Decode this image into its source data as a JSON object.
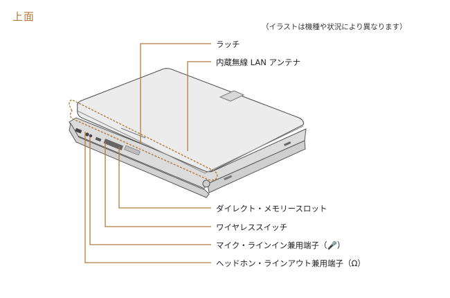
{
  "section_title": "上面",
  "note": "（イラストは機種や状況により異なります）",
  "labels": {
    "latch": "ラッチ",
    "wireless_lan_antenna": "内蔵無線 LAN アンテナ",
    "direct_memory_slot": "ダイレクト・メモリースロット",
    "wireless_switch": "ワイヤレススイッチ",
    "mic_line_in": "マイク・ラインイン兼用端子（🎤）",
    "headphone_line_out": "ヘッドホン・ラインアウト兼用端子（Ω）"
  },
  "colors": {
    "accent": "#b07a3a",
    "title": "#b07a3a",
    "laptop_lid": "#e6e6e6",
    "laptop_outline": "#555555"
  }
}
